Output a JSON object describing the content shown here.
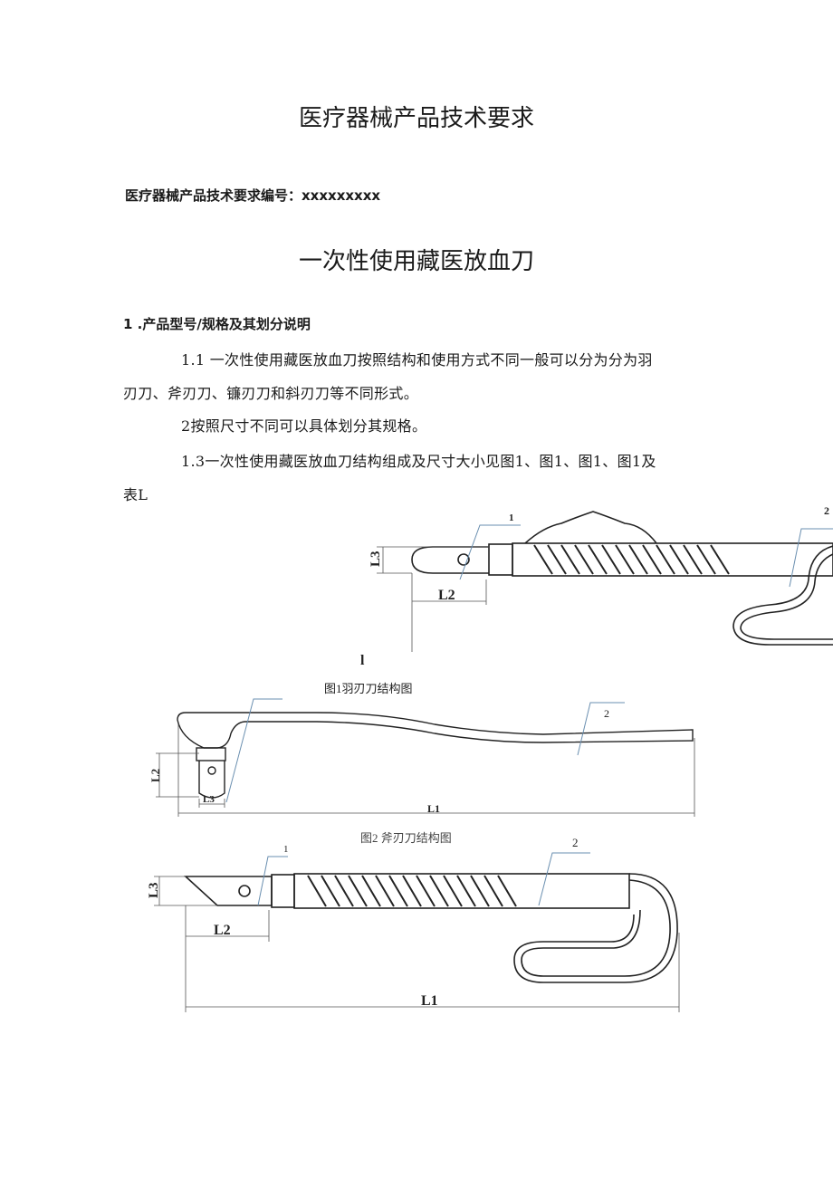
{
  "document": {
    "title": "医疗器械产品技术要求",
    "code_line": "医疗器械产品技术要求编号：xxxxxxxxx",
    "product_name": "一次性使用藏医放血刀",
    "section_heading": "1 .产品型号/规格及其划分说明",
    "paragraphs": [
      "1.1 一次性使用藏医放血刀按照结构和使用方式不同一般可以分为分为羽",
      "刃刀、斧刃刀、镰刃刀和斜刃刀等不同形式。",
      "2按照尺寸不同可以具体划分其规格。",
      "1.3一次性使用藏医放血刀结构组成及尺寸大小见图1、图1、图1、图1及",
      "表L"
    ]
  },
  "figures": [
    {
      "caption": "图1羽刃刀结构图",
      "labels": {
        "part1": "1",
        "part2": "2",
        "l3": "L3",
        "l2": "L2",
        "stray": "l"
      }
    },
    {
      "caption": "图2 斧刃刀结构图",
      "labels": {
        "part2": "2",
        "l2": "L2",
        "l3": "L3",
        "l1": "L1"
      }
    },
    {
      "labels": {
        "part1": "1",
        "part2": "2",
        "l3": "L3",
        "l2": "L2",
        "l1": "L1"
      }
    }
  ]
}
